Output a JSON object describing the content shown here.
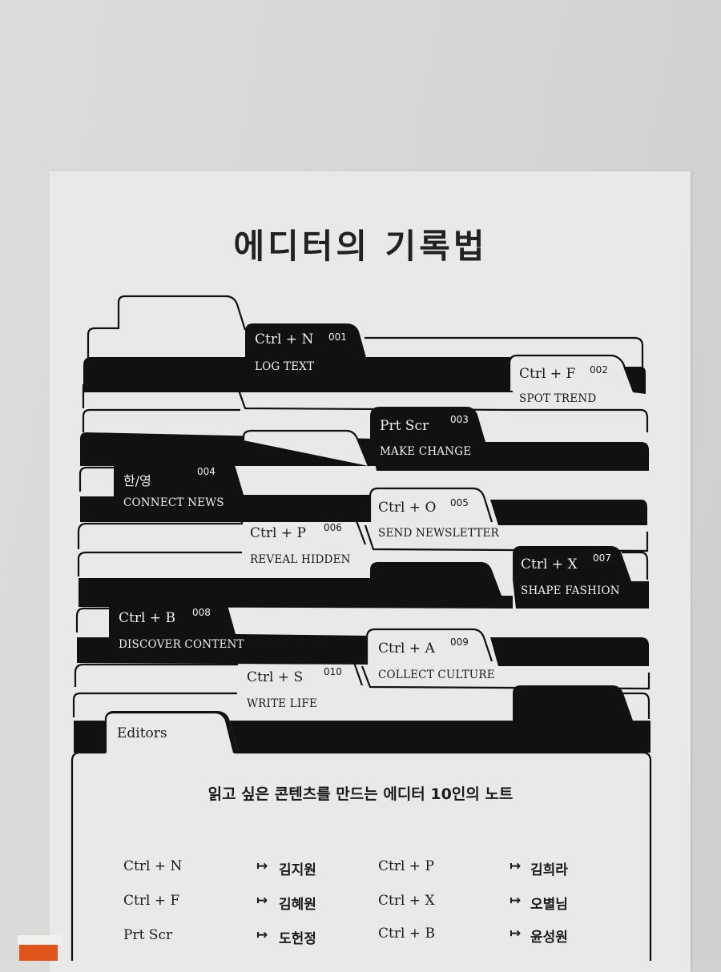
{
  "cover": {
    "title": "에디터의 기록법",
    "subtitle": "읽고 싶은 콘텐츠를 만드는 에디터 10인의 노트",
    "editors_tab_label": "Editors",
    "colors": {
      "ink": "#111111",
      "paper": "#e9e9e7",
      "orange": "#e0551c"
    }
  },
  "tabs": [
    {
      "key": "Ctrl + N",
      "number": "001",
      "label": "LOG TEXT",
      "style": "dark"
    },
    {
      "key": "Ctrl + F",
      "number": "002",
      "label": "SPOT TREND",
      "style": "light"
    },
    {
      "key": "Prt Scr",
      "number": "003",
      "label": "MAKE CHANGE",
      "style": "dark"
    },
    {
      "key": "한/영",
      "number": "004",
      "label": "CONNECT NEWS",
      "style": "dark"
    },
    {
      "key": "Ctrl + O",
      "number": "005",
      "label": "SEND NEWSLETTER",
      "style": "light"
    },
    {
      "key": "Ctrl + P",
      "number": "006",
      "label": "REVEAL HIDDEN",
      "style": "light"
    },
    {
      "key": "Ctrl + X",
      "number": "007",
      "label": "SHAPE FASHION",
      "style": "dark"
    },
    {
      "key": "Ctrl + B",
      "number": "008",
      "label": "DISCOVER CONTENT",
      "style": "dark"
    },
    {
      "key": "Ctrl + A",
      "number": "009",
      "label": "COLLECT CULTURE",
      "style": "light"
    },
    {
      "key": "Ctrl + S",
      "number": "010",
      "label": "WRITE LIFE",
      "style": "light"
    }
  ],
  "credits": [
    {
      "key": "Ctrl + N",
      "arrow": "↦",
      "name": "김지원"
    },
    {
      "key": "Ctrl + P",
      "arrow": "↦",
      "name": "김희라"
    },
    {
      "key": "Ctrl + F",
      "arrow": "↦",
      "name": "김혜원"
    },
    {
      "key": "Ctrl + X",
      "arrow": "↦",
      "name": "오별님"
    },
    {
      "key": "Prt Scr",
      "arrow": "↦",
      "name": "도헌정"
    },
    {
      "key": "Ctrl + B",
      "arrow": "↦",
      "name": "윤성원"
    }
  ]
}
